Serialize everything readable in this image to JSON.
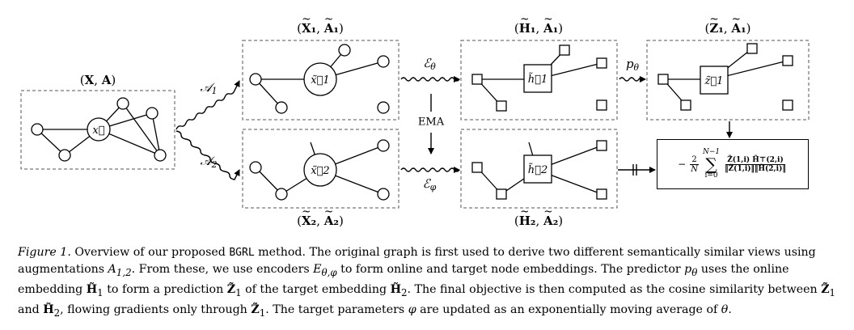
{
  "labels": {
    "input": "(X, A)",
    "view1": "(X̃₁, Ã₁)",
    "view2": "(X̃₂, Ã₂)",
    "emb1": "(H̃₁, Ã₁)",
    "emb2": "(H̃₂, Ã₂)",
    "pred1": "(Z̃₁, Ã₁)"
  },
  "node_labels": {
    "input_center": "x⃗",
    "view1_center": "x̃⃗1",
    "view2_center": "x̃⃗2",
    "emb1_center": "h̃⃗1",
    "emb2_center": "h̃⃗2",
    "pred1_center": "z̃⃗1"
  },
  "arrow_labels": {
    "aug1": "A1",
    "aug2": "A2",
    "enc_online": "Eθ",
    "enc_target": "Eφ",
    "ema": "EMA",
    "predictor": "pθ"
  },
  "loss": {
    "prefix": "−",
    "coef_num": "2",
    "coef_den": "N",
    "sum_top": "N−1",
    "sum_bottom": "i=0",
    "num": "Z̃(1,i) H̃⊤(2,i)",
    "den": "‖Z̃(1,i)‖‖H̃(2,i)‖"
  },
  "caption": {
    "figure_label": "Figure 1.",
    "s1a": " Overview of our proposed ",
    "method": "BGRL",
    "s1b": " method. The original graph is first used to derive two different semantically similar views using augmentations ",
    "aug_sym": "A",
    "aug_sub": "1,2",
    "s2a": ". From these, we use encoders ",
    "enc_sym": "E",
    "enc_sub": "θ,φ",
    "s2b": " to form online and target node embeddings. The predictor ",
    "pred_sym": "p",
    "pred_sub": "θ",
    "s3a": " uses the online embedding ",
    "h1": "H̃",
    "h1_sub": "1",
    "s3b": " to form a prediction ",
    "z1": "Z̃",
    "z1_sub": "1",
    "s3c": " of the target embedding ",
    "h2": "H̃",
    "h2_sub": "2",
    "s3d": ". The final objective is then computed as the cosine similarity between ",
    "z1b": "Z̃",
    "z1b_sub": "1",
    "s4a": " and ",
    "h2b": "H̃",
    "h2b_sub": "2",
    "s4b": ", flowing gradients only through ",
    "z1c": "Z̃",
    "z1c_sub": "1",
    "s4c": ". The target parameters ",
    "phi": "φ",
    "s4d": " are updated as an exponentially moving average of ",
    "theta": "θ",
    "s4e": "."
  }
}
